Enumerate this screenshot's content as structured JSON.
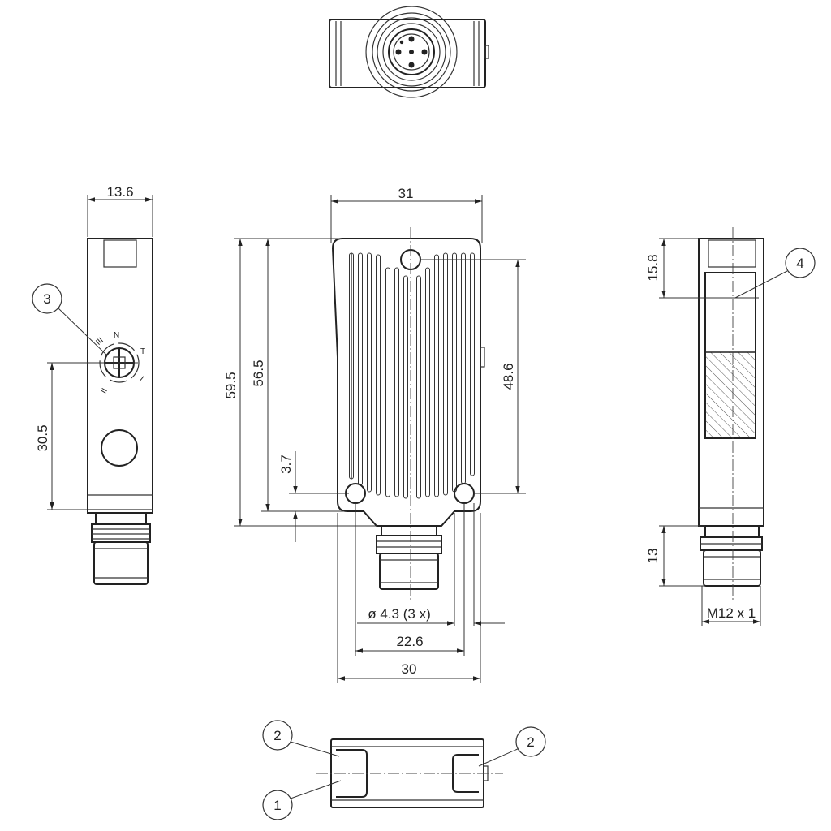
{
  "dimensions": {
    "width_front": "31",
    "height_total": "59.5",
    "height_body": "56.5",
    "hole_spacing_vertical": "48.6",
    "hole_offset": "3.7",
    "width_side": "13.6",
    "side_height": "30.5",
    "window_offset": "15.8",
    "connector_length": "13",
    "thread": "M12 x 1",
    "hole_diameter": "ø 4.3 (3 x)",
    "hole_spacing_horizontal": "22.6",
    "width_base": "30"
  },
  "callouts": [
    "1",
    "2",
    "2",
    "3",
    "4"
  ],
  "dial_marks": {
    "n": "N",
    "t": "T",
    "iii": "III",
    "ii": "II",
    "i": "I"
  }
}
